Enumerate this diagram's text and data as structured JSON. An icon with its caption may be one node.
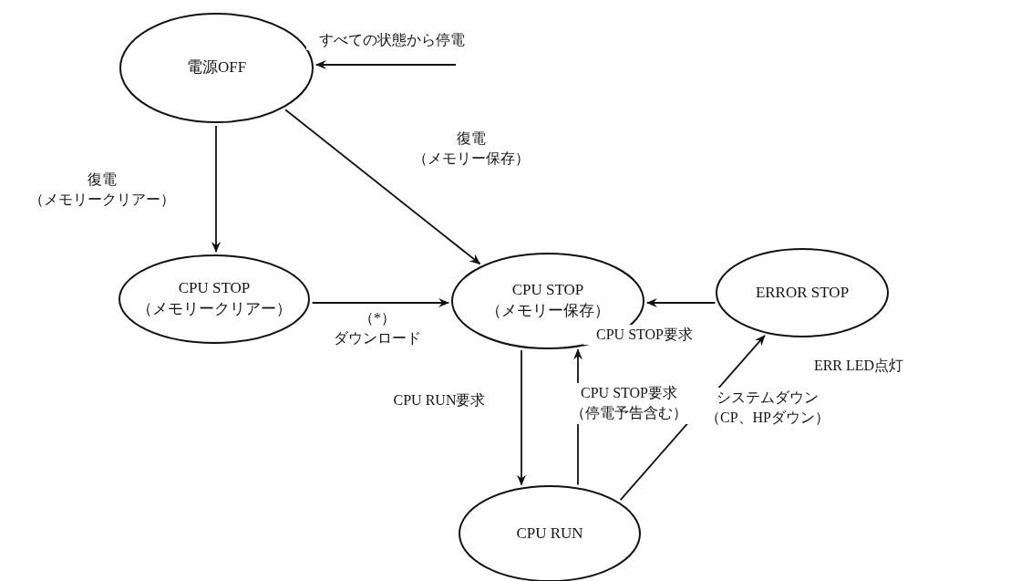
{
  "diagram": {
    "nodes": [
      {
        "text": [
          "電源OFF"
        ]
      },
      {
        "text": [
          "CPU STOP（メモリークリアー）"
        ]
      },
      {
        "text": [
          "CPU STOP（メモリー保存）"
        ]
      },
      {
        "text": [
          "ERROR STOP"
        ],
        "beside": [
          "ERR LED点灯"
        ]
      },
      {
        "text": [
          "CPU RUN"
        ]
      }
    ],
    "edges": [
      {
        "from": null,
        "to": 0,
        "arrow": "to",
        "label": "すべての状態から停電"
      },
      {
        "from": 0,
        "to": 1,
        "arrow": "to",
        "label": "復電（メモリークリアー）"
      },
      {
        "from": 0,
        "to": 2,
        "arrow": "to",
        "label": "復電（メモリー保存）"
      },
      {
        "from": 1,
        "to": 2,
        "arrow": "to",
        "label": "（*）ダウンロード"
      },
      {
        "from": 3,
        "to": 2,
        "arrow": "to",
        "label": "CPU STOP要求"
      },
      {
        "from": 2,
        "to": 4,
        "arrow": "to",
        "label": "CPU RUN要求"
      },
      {
        "from": 4,
        "to": 2,
        "arrow": "to",
        "label": "CPU STOP要求（停電予告含む）"
      },
      {
        "from": 4,
        "to": 3,
        "arrow": "to",
        "label": "システムダウン（CP、HPダウン）"
      }
    ]
  }
}
